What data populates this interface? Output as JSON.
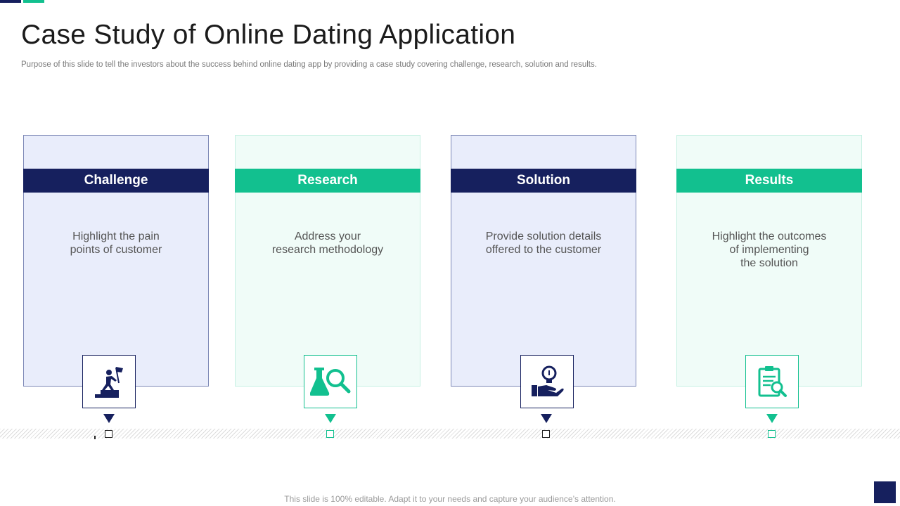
{
  "slide": {
    "title": "Case Study of Online Dating Application",
    "subtitle": "Purpose of this slide to tell the investors about the success behind online dating app by providing a case study covering challenge, research, solution and results.",
    "footer": "This slide is 100% editable. Adapt it to your needs and capture your audience’s attention."
  },
  "cards": [
    {
      "heading": "Challenge",
      "text": "Highlight the pain\npoints of customer",
      "icon": "climber-flag-icon",
      "color": "#16205e"
    },
    {
      "heading": "Research",
      "text": "Address your\nresearch methodology",
      "icon": "flask-magnifier-icon",
      "color": "#12c08f"
    },
    {
      "heading": "Solution",
      "text": "Provide solution details\noffered to the customer",
      "icon": "hand-lightbulb-icon",
      "color": "#16205e"
    },
    {
      "heading": "Results",
      "text": "Highlight the outcomes\nof implementing\nthe solution",
      "icon": "clipboard-search-icon",
      "color": "#12c08f"
    }
  ],
  "colors": {
    "navy": "#16205e",
    "green": "#12c08f"
  }
}
